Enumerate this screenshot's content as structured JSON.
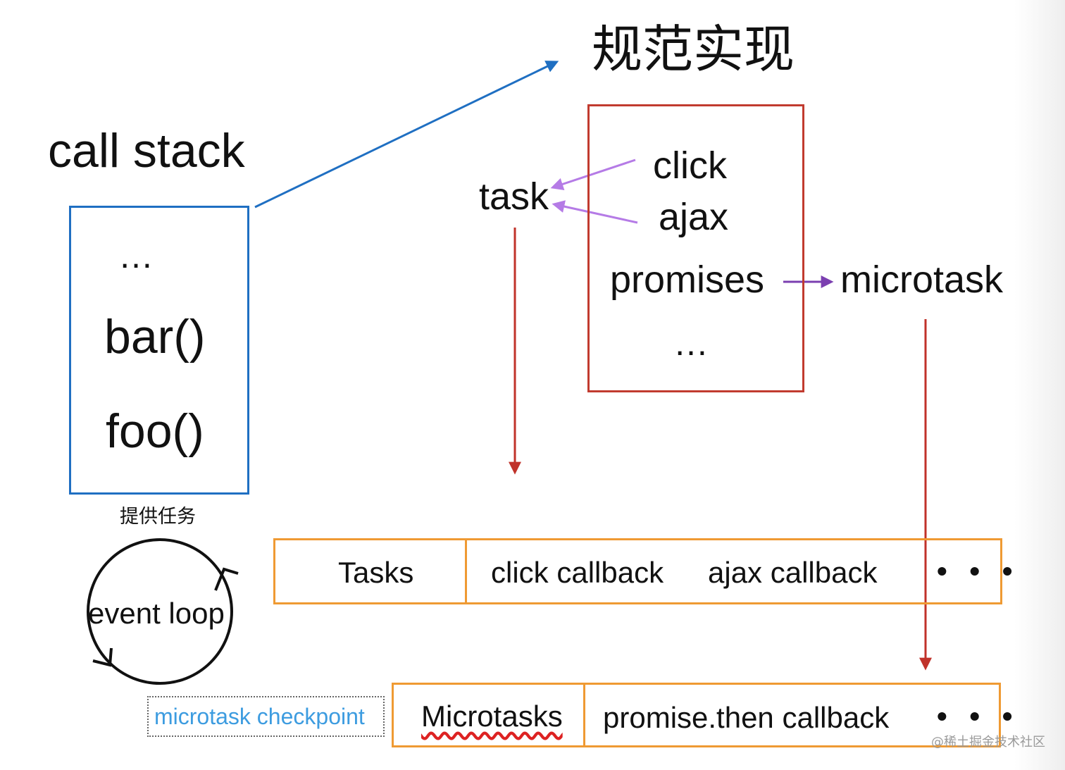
{
  "title": "规范实现",
  "call_stack": {
    "title": "call stack",
    "frames": [
      "…",
      "bar()",
      "foo()"
    ]
  },
  "spec": {
    "items": [
      "click",
      "ajax",
      "promises",
      "…"
    ]
  },
  "labels": {
    "task": "task",
    "microtask": "microtask",
    "provide_tasks": "提供任务",
    "event_loop": "event loop",
    "microtask_checkpoint": "microtask checkpoint"
  },
  "tasks_queue": {
    "header": "Tasks",
    "items": [
      "click callback",
      "ajax callback"
    ],
    "more": "• • •"
  },
  "microtasks_queue": {
    "header": "Microtasks",
    "items": [
      "promise.then callback"
    ],
    "more": "• • •"
  },
  "watermark": "@稀土掘金技术社区",
  "colors": {
    "call_stack_border": "#1f6fc2",
    "spec_border": "#c13b2f",
    "queue_border": "#ef9a33",
    "task_arrows": "#b57be6",
    "promise_arrow": "#7b3fb0",
    "flow_arrows": "#c0322a",
    "checkpoint_text": "#3d9ce0"
  }
}
